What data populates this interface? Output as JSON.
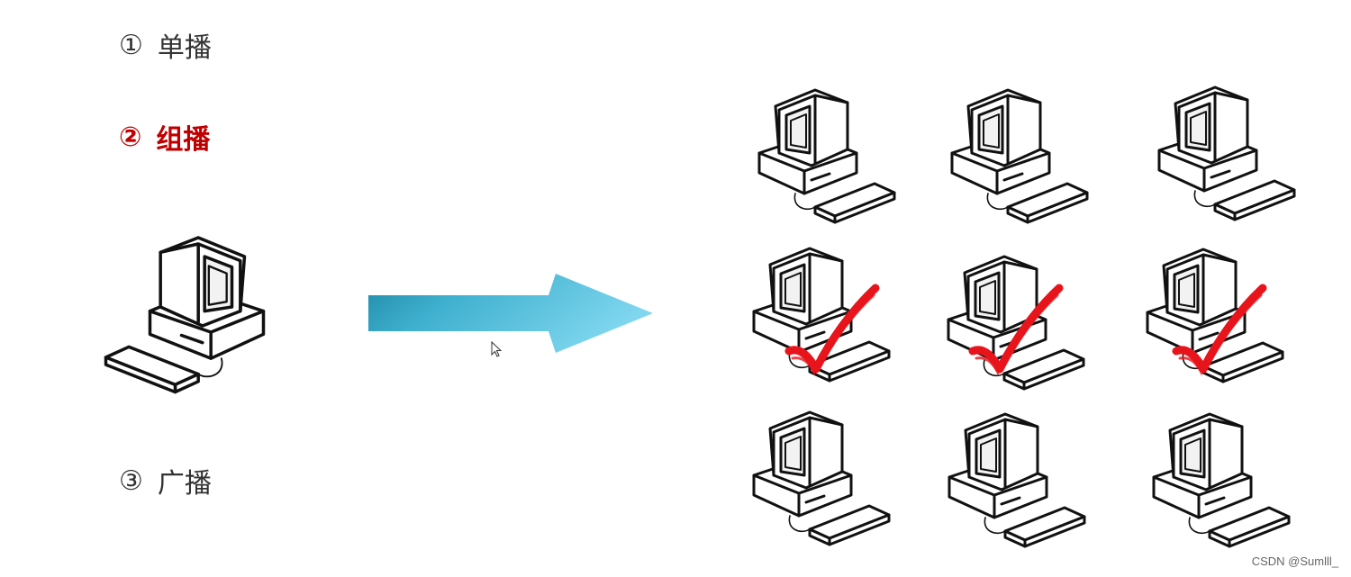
{
  "labels": [
    {
      "num": "①",
      "text": "单播",
      "active": false
    },
    {
      "num": "②",
      "text": "组播",
      "active": true
    },
    {
      "num": "③",
      "text": "广播",
      "active": false
    }
  ],
  "colors": {
    "active_label": "#c00000",
    "arrow_dark": "#1f8aa6",
    "arrow_light": "#7fd6ee",
    "check": "#e8141c"
  },
  "icons": {
    "source": "computer-icon",
    "receiver": "computer-icon",
    "arrow": "arrow-right-icon",
    "check": "check-icon",
    "cursor": "mouse-cursor-icon"
  },
  "receivers": [
    {
      "row": 1,
      "col": 1,
      "checked": false
    },
    {
      "row": 1,
      "col": 2,
      "checked": false
    },
    {
      "row": 1,
      "col": 3,
      "checked": false
    },
    {
      "row": 2,
      "col": 1,
      "checked": true
    },
    {
      "row": 2,
      "col": 2,
      "checked": true
    },
    {
      "row": 2,
      "col": 3,
      "checked": true
    },
    {
      "row": 3,
      "col": 1,
      "checked": false
    },
    {
      "row": 3,
      "col": 2,
      "checked": false
    },
    {
      "row": 3,
      "col": 3,
      "checked": false
    }
  ],
  "watermark": "CSDN @Sumlll_"
}
